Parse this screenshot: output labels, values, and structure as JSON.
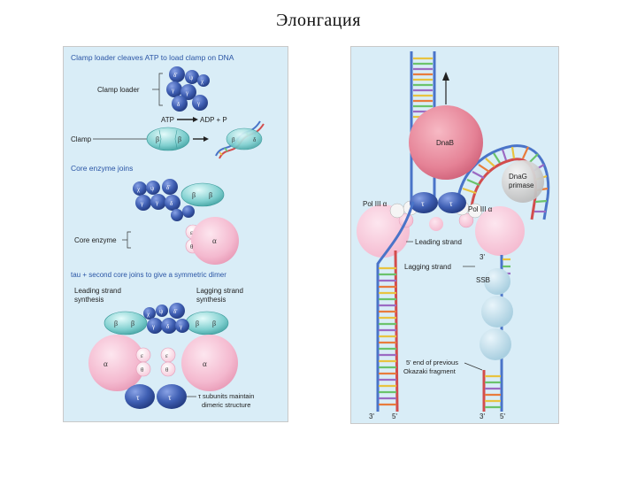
{
  "slide": {
    "title": "Элонгация"
  },
  "left_panel": {
    "section1_heading": "Clamp loader cleaves ATP to load clamp on DNA",
    "clamp_loader_label": "Clamp loader",
    "atp_text": "ATP",
    "adp_text": "ADP + P",
    "clamp_label": "Clamp",
    "section2_heading": "Core enzyme joins",
    "core_enzyme_label": "Core enzyme",
    "section3_heading": "tau + second core joins to give a symmetric dimer",
    "leading_synthesis_label": [
      "Leading strand",
      "synthesis"
    ],
    "lagging_synthesis_label": [
      "Lagging strand",
      "synthesis"
    ],
    "tau_note": [
      "τ subunits maintain",
      "dimeric structure"
    ],
    "greek": {
      "delta_prime": "δ'",
      "delta": "δ",
      "gamma": "γ",
      "psi": "ψ",
      "chi": "χ",
      "beta": "β",
      "tau": "τ",
      "epsilon": "ε",
      "theta": "θ",
      "alpha": "α"
    }
  },
  "right_panel": {
    "dnab_label": "DnaB",
    "dnag_label": [
      "DnaG",
      "primase"
    ],
    "pol_left_label": "Pol III α",
    "pol_right_label": "Pol III α",
    "tau_left": "τ",
    "tau_right": "τ",
    "leading_strand_label": "Leading strand",
    "lagging_strand_label": "Lagging strand",
    "three_prime_mid": "3'",
    "ssb_label": "SSB",
    "okazaki_label": [
      "5' end of previous",
      "Okazaki fragment"
    ],
    "end_labels": [
      "3'",
      "5'",
      "3'",
      "5'"
    ]
  },
  "colors": {
    "panel_bg": "#d9edf7",
    "heading_blue": "#2a55a5",
    "subunit_blue": "#3f5fb3",
    "clamp_teal": "#7fcfcf",
    "alpha_pink": "#f4b9cf",
    "dnab_red": "#e58296",
    "ssb_blue": "#a9cfe0",
    "dna_backbone_blue": "#4a74c8",
    "dna_backbone_red": "#d24d4d"
  }
}
